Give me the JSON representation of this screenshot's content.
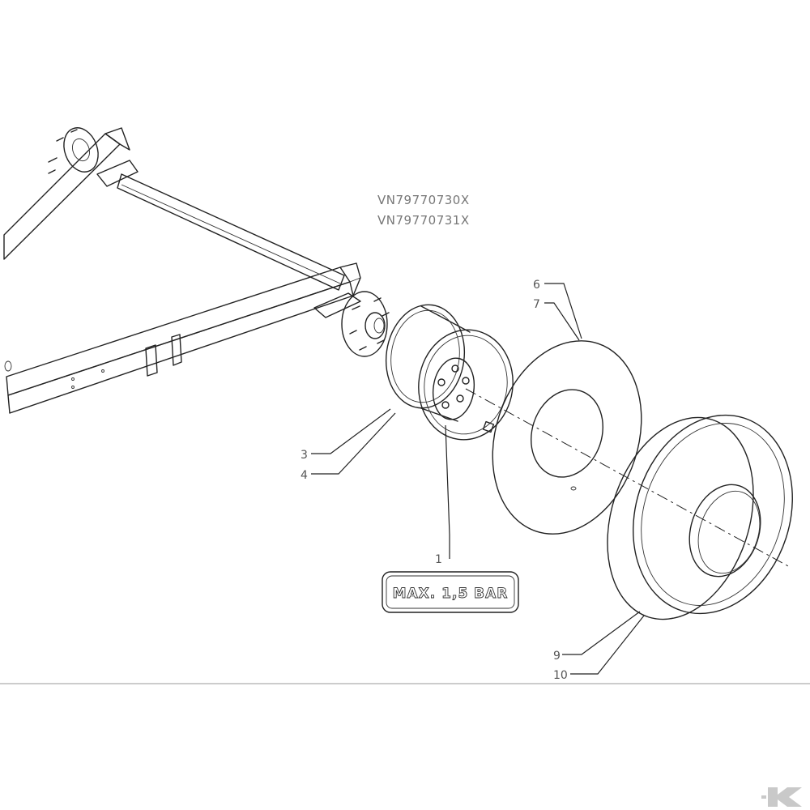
{
  "part_numbers": [
    "VN79770730X",
    "VN79770731X"
  ],
  "label_plate": {
    "text": "MAX. 1,5 BAR"
  },
  "callouts": [
    "1",
    "3",
    "4",
    "6",
    "7",
    "9",
    "10"
  ],
  "logo": {
    "name": "k-logo-icon"
  },
  "colors": {
    "line": "#222222",
    "text": "#555555",
    "background": "#ffffff"
  }
}
